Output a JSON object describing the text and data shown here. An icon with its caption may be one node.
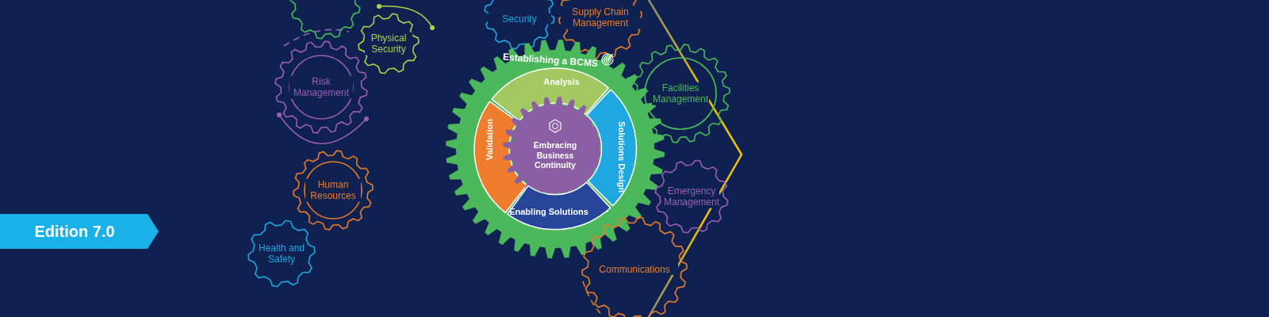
{
  "diagram": {
    "nodes": [
      {
        "text": [],
        "shape": "gear"
      },
      {
        "text": [
          "Security"
        ]
      },
      {
        "text": [
          "Supply Chain Management"
        ]
      },
      {
        "text": [
          "Physical Security"
        ]
      },
      {
        "text": [
          "Risk Management"
        ]
      },
      {
        "text": [
          "Establishing a BCMS"
        ]
      },
      {
        "text": [
          "Analysis"
        ],
        "in": 5
      },
      {
        "text": [
          "Validation"
        ],
        "in": 5
      },
      {
        "text": [
          "Embracing Business Continuity"
        ],
        "in": 5
      },
      {
        "text": [
          "Solutions Design"
        ],
        "in": 5
      },
      {
        "text": [
          "Enabling Solutions"
        ],
        "in": 5
      },
      {
        "text": [
          "Facilities Management"
        ]
      },
      {
        "text": [
          "Human Resources"
        ]
      },
      {
        "text": [
          "Emergency Management"
        ]
      },
      {
        "text": [
          "Health and Safety"
        ]
      },
      {
        "text": [
          "Communications"
        ]
      }
    ],
    "labels": [
      "Edition 7.0"
    ]
  }
}
